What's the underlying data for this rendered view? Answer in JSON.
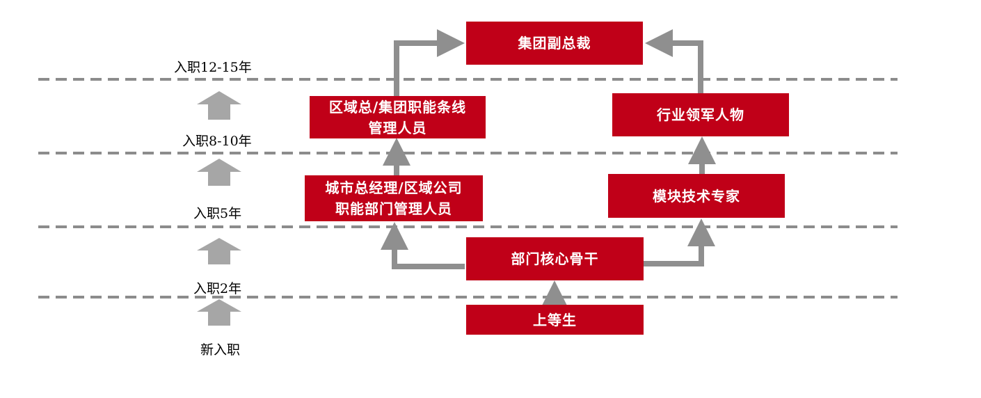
{
  "stages": {
    "s1": "入职12-15年",
    "s2": "入职8-10年",
    "s3": "入职5年",
    "s4": "入职2年",
    "s5": "新入职"
  },
  "boxes": {
    "vp": "集团副总裁",
    "regional_line1": "区域总/集团职能条线",
    "regional_line2": "管理人员",
    "industry_leader": "行业领军人物",
    "city_gm_line1": "城市总经理/区域公司",
    "city_gm_line2": "职能部门管理人员",
    "module_expert": "模块技术专家",
    "dept_core": "部门核心骨干",
    "top_grad": "上等生"
  },
  "colors": {
    "box": "#c00018",
    "arrow": "#909090",
    "dashed_line": "#8c8c8c",
    "stage_arrow": "#a6a6a6"
  }
}
